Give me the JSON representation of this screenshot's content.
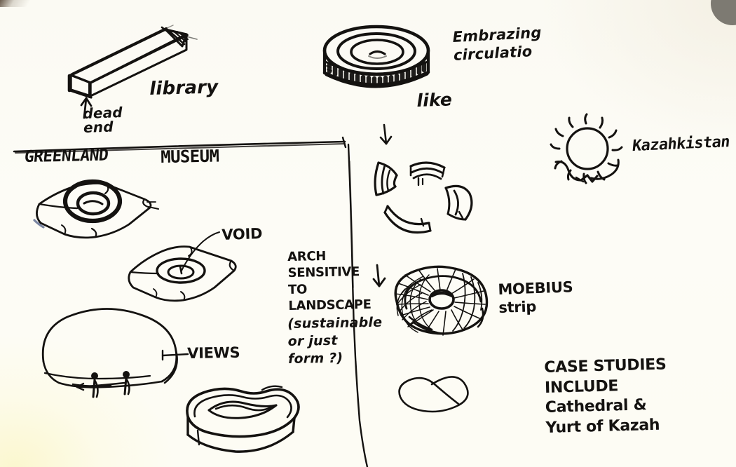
{
  "page": {
    "kind": "hand-drawn-architectural-sketch",
    "medium": "black felt-tip marker on cream notebook paper",
    "background_color": "#fdfcf6",
    "ink_color": "#141210",
    "corner_tint_color": "#fbf7cf"
  },
  "labels": {
    "library": "library",
    "dead_end": "dead\nend",
    "greenland": "GREENLAND",
    "museum": "MUSEUM",
    "embracing_circulation": "Embrazing\ncirculatio",
    "like": "like",
    "kazahkistan": "Kazahkistan",
    "void": "VOID",
    "views": "VIEWS",
    "arch_note": "ARCH\nSENSITIVE\nTO\nLANDSCAPE",
    "question_note": "(sustainable\nor just\nform ?)",
    "moebius_strip": "MOEBIUS\nstrip",
    "case_studies": "CASE STUDIES\nINCLUDE\nCathedral &\nYurt of Kazah"
  },
  "sketches": [
    {
      "id": "library-bar",
      "name": "elongated-rectangular-bar-volume",
      "label": "library",
      "description": "long thin box drawn in axonometric projection, running lower-left to upper-right",
      "region": "top-left"
    },
    {
      "id": "dead-end-arrow",
      "name": "dead-end-arrow",
      "label": "dead end",
      "description": "short up-arrow pointing at the closed near end of the bar volume",
      "region": "top-left"
    },
    {
      "id": "divider-horizontal",
      "name": "horizontal-divider-rule",
      "description": "long freehand horizontal rule separating the top band from the rest of the page",
      "region": "upper-middle"
    },
    {
      "id": "divider-vertical",
      "name": "vertical-divider-rule",
      "description": "long freehand vertical rule splitting the lower half into left and right columns",
      "region": "center"
    },
    {
      "id": "concentric-disc",
      "name": "concentric-ring-disc",
      "label": "Embrazing circulatio / like",
      "description": "thick cylindrical puck seen in perspective with concentric rings on the top face and a hatched shaded side wall",
      "region": "top-right"
    },
    {
      "id": "down-arrow-upper",
      "name": "down-arrow",
      "description": "short downward arrow below the disc leading to the exploded arcs",
      "region": "center-right"
    },
    {
      "id": "arc-fragments",
      "name": "exploded-arc-segments",
      "description": "four curved ribbon segments arranged radially, an exploded view of the disc's rings",
      "region": "center",
      "count": 4
    },
    {
      "id": "sun-plan",
      "name": "radial-sun-plan-diagram",
      "label": "Kazahkistan",
      "description": "circle surrounded by radiating teardrop petals with two sweeping tails below, a yurt plan",
      "region": "right"
    },
    {
      "id": "crater-landscape-large",
      "name": "crater-in-landscape-plane-large",
      "description": "crumpled flat ground plane in perspective with a thick circular crater/oculus near its centre",
      "region": "left"
    },
    {
      "id": "crater-landscape-small",
      "name": "crater-in-landscape-plane-small",
      "label": "VOID",
      "description": "second crumpled ground plane with a smaller ringed void, leader line to the VOID label",
      "region": "left"
    },
    {
      "id": "dome-views",
      "name": "dome-with-figures",
      "label": "VIEWS",
      "description": "large rounded dome/mound in elevation with two small standing human figures at its base and a leader to VIEWS",
      "region": "lower-left"
    },
    {
      "id": "kidney-plan",
      "name": "kidney-shaped-slab-with-void",
      "description": "thick kidney/amoeba shaped slab in perspective with an elongated lens-shaped void cut through it",
      "region": "bottom-left"
    },
    {
      "id": "down-arrow-lower",
      "name": "down-arrow",
      "description": "downward arrow pointing toward the moebius strip drawing",
      "region": "center"
    },
    {
      "id": "moebius-torus",
      "name": "moebius-strip-wireframe-torus",
      "label": "MOEBIUS strip",
      "description": "wireframe torus drawn with dense criss-cross gridlines, a twisted band",
      "region": "lower-right"
    },
    {
      "id": "infinity-loop",
      "name": "infinity-loop-figure-eight",
      "description": "single continuous figure-eight / lemniscate loop",
      "region": "bottom-center"
    }
  ]
}
